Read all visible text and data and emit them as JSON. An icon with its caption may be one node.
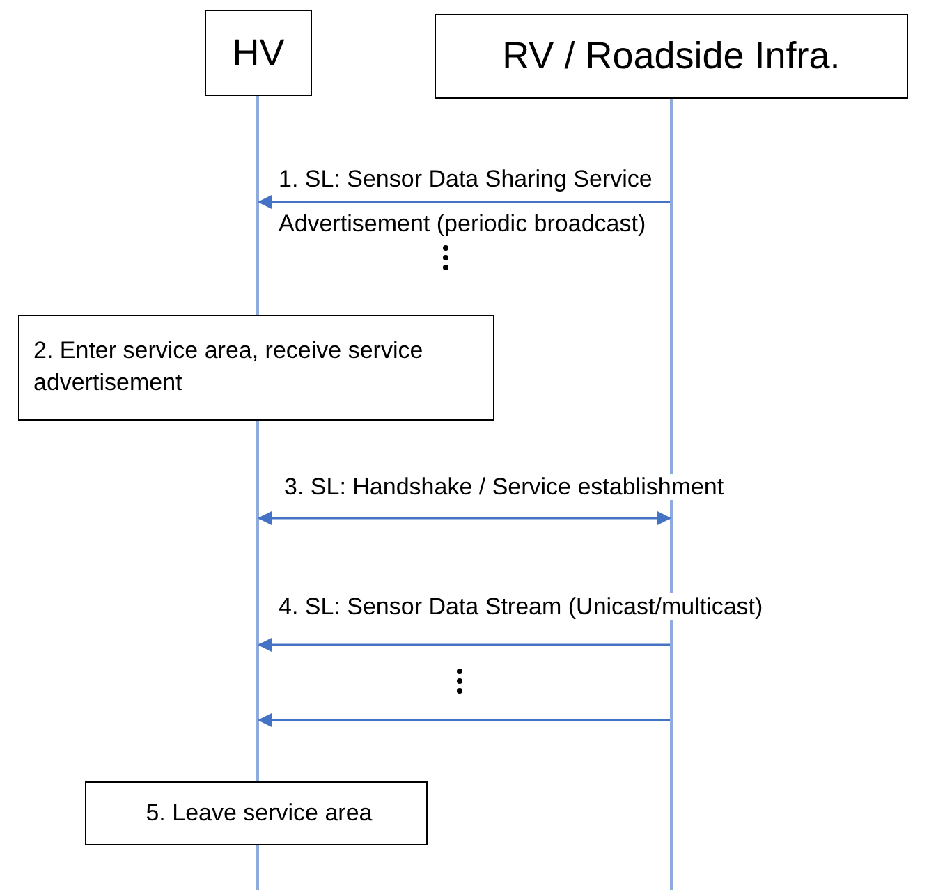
{
  "diagram": {
    "nodes": [
      {
        "text": [
          "HV"
        ]
      },
      {
        "text": [
          "RV / Roadside Infra."
        ]
      },
      {
        "text": [],
        "shape": "line"
      },
      {
        "text": [],
        "shape": "line"
      },
      {
        "text": [
          "2. Enter service area, receive service advertisement"
        ]
      },
      {
        "text": [
          "5. Leave service area"
        ]
      }
    ],
    "edges": [
      {
        "from": 3,
        "to": 2,
        "arrow": "to",
        "label": "1. SL: Sensor Data Sharing Service Advertisement (periodic broadcast)"
      },
      {
        "from": 2,
        "to": 3,
        "arrow": "both",
        "label": "3. SL: Handshake / Service establishment"
      },
      {
        "from": 3,
        "to": 2,
        "arrow": "to",
        "label": "4. SL: Sensor Data Stream (Unicast/multicast)"
      },
      {
        "from": 3,
        "to": 2,
        "arrow": "to"
      }
    ]
  }
}
